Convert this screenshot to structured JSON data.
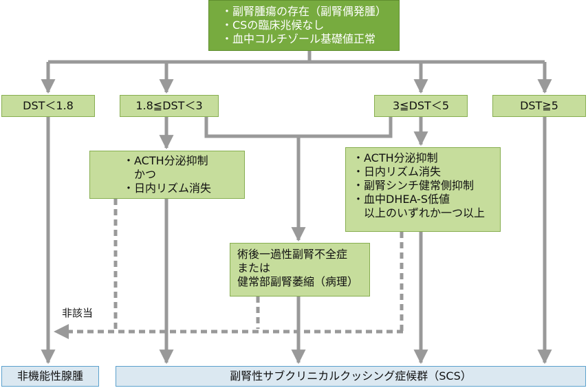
{
  "top_box": {
    "lines": [
      "・副腎腫瘍の存在（副腎偶発腫）",
      "・CSの臨床兆候なし",
      "・血中コルチゾール基礎値正常"
    ]
  },
  "categories": {
    "dst_lt_1_8": "DST＜1.8",
    "dst_1_8_to_3": "1.8≦DST＜3",
    "dst_3_to_5": "3≦DST＜5",
    "dst_ge_5": "DST≧5"
  },
  "criteria_left": {
    "lines": [
      "・ACTH分泌抑制",
      "　かつ",
      "・日内リズム消失"
    ]
  },
  "criteria_right": {
    "lines": [
      "・ACTH分泌抑制",
      "・日内リズム消失",
      "・副腎シンチ健常側抑制",
      "・血中DHEA-S低値",
      "　以上のいずれか一つ以上"
    ]
  },
  "criteria_middle": {
    "lines": [
      "術後一過性副腎不全症",
      "または",
      "健常部副腎萎縮（病理）"
    ]
  },
  "not_applicable_label": "非該当",
  "outcomes": {
    "nonfunctioning": "非機能性腺腫",
    "scs": "副腎性サブクリニカルクッシング症候群（SCS）"
  },
  "colors": {
    "arrow": "#999999",
    "dark_green": "#77ab3f",
    "light_green": "#c6dd9c",
    "outcome_fill": "#dbe8f1",
    "outcome_border": "#5aa0cc"
  }
}
